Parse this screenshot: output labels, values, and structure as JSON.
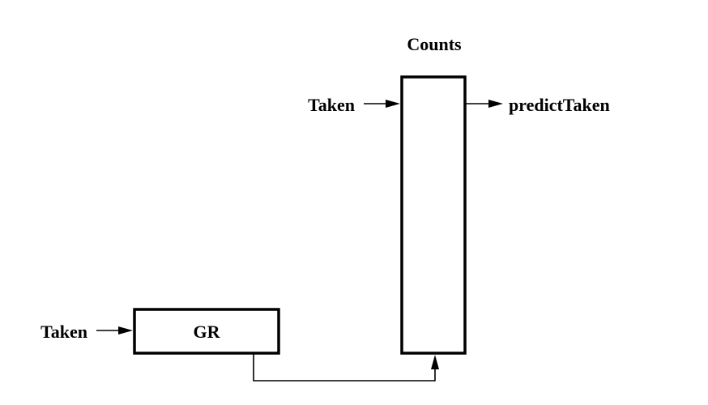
{
  "labels": {
    "counts_title": "Counts",
    "taken_to_counts": "Taken",
    "predict_output": "predictTaken",
    "taken_to_gr": "Taken",
    "gr_register": "GR"
  },
  "colors": {
    "ink": "#000000",
    "background": "#ffffff"
  }
}
